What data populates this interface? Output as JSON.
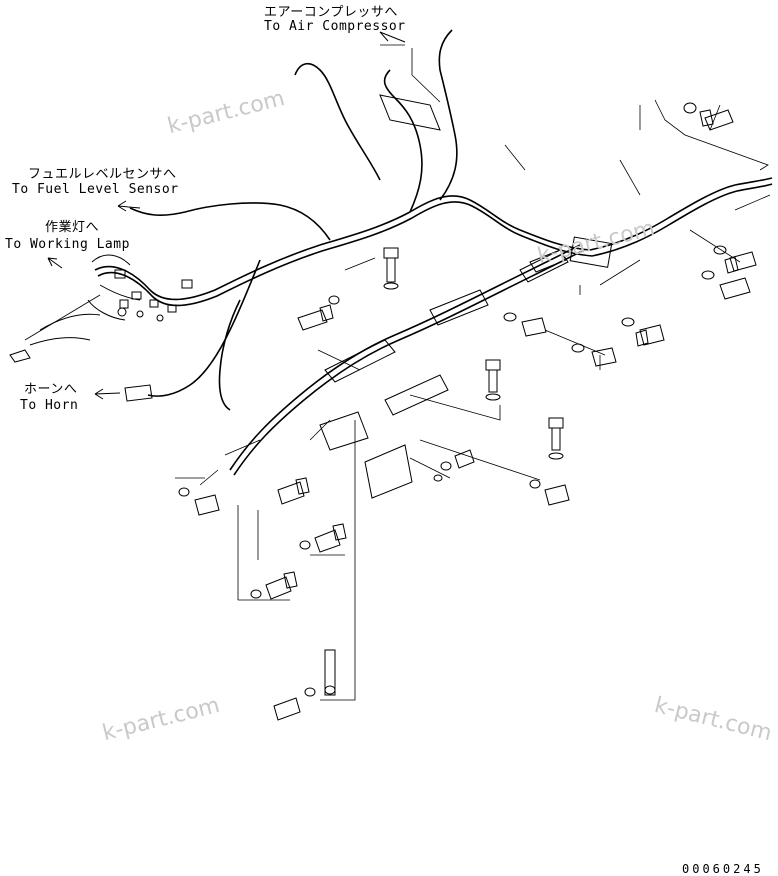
{
  "labels": {
    "air_compressor": {
      "jp": "エアーコンプレッサへ",
      "en": "To Air Compressor"
    },
    "fuel_level_sensor": {
      "jp": "フュエルレベルセンサへ",
      "en": "To Fuel Level Sensor"
    },
    "working_lamp": {
      "jp": "作業灯へ",
      "en": "To Working Lamp"
    },
    "horn": {
      "jp": "ホーンへ",
      "en": "To Horn"
    }
  },
  "watermarks": [
    "k-part.com",
    "k-part.com",
    "k-part.com",
    "k-part.com"
  ],
  "drawing_code": "00060245"
}
